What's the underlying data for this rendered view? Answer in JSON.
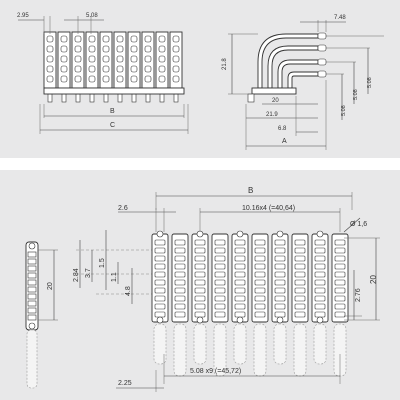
{
  "top_panel": {
    "front_view": {
      "dim_pin_offset": "2.95",
      "dim_pitch": "5.08",
      "dim_b": "B",
      "dim_c": "C"
    },
    "side_view": {
      "dim_top_width": "7.48",
      "dim_height": "21.8",
      "dim_mid_length": "20",
      "dim_total_length": "21.9",
      "dim_pin_offset": "6.8",
      "dim_a": "A",
      "dim_step_1": "5.08",
      "dim_step_2": "5.08",
      "dim_step_3": "5.08"
    }
  },
  "bottom_panel": {
    "single_row_view": {
      "dim_length": "20"
    },
    "layout_view": {
      "dim_b": "B",
      "dim_edge_offset": "2.6",
      "dim_row_pitch": "10.16x4 (=40,64)",
      "dim_hole": "Ø 1,6",
      "dim_3_7": "3.7",
      "dim_2_84": "2.84",
      "dim_1_5": "1.5",
      "dim_1_1": "1.1",
      "dim_4_8": "4.8",
      "dim_2_76": "2.76",
      "dim_height": "20",
      "dim_col_pitch": "5.08 x9 (=45,72)",
      "dim_bottom_offset": "2.25"
    }
  },
  "colors": {
    "panel_bg": "#e8e8e9",
    "line": "#333333",
    "background": "#ffffff"
  }
}
